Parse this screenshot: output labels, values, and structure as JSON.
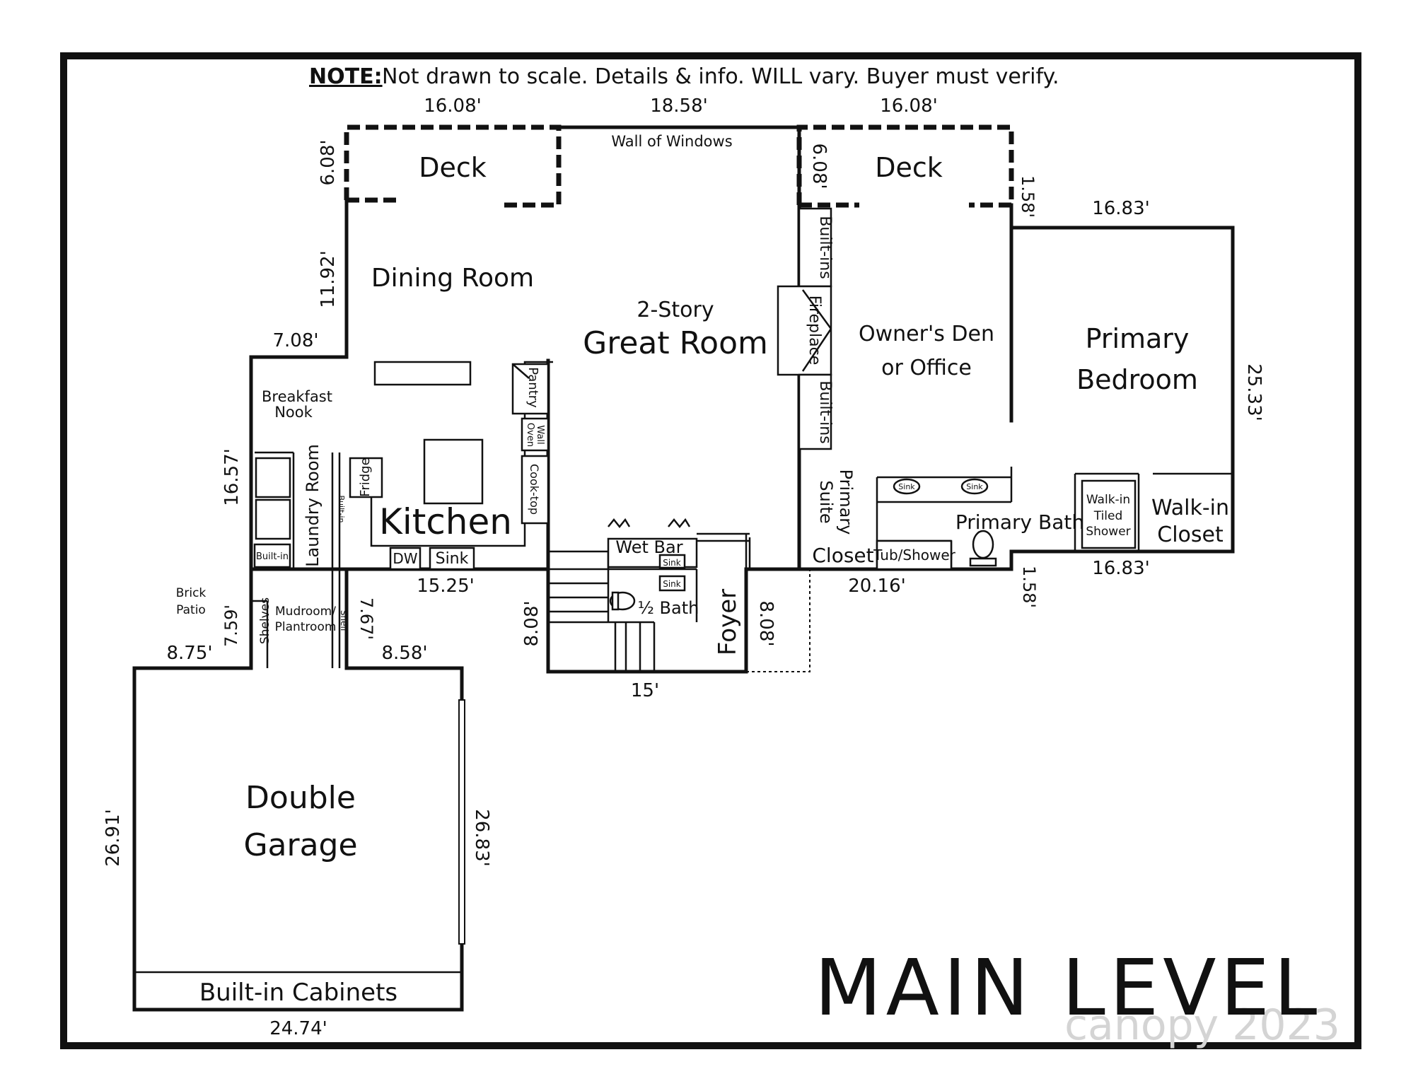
{
  "note": {
    "prefix": "NOTE:",
    "text": " Not drawn to scale. Details & info. WILL vary.  Buyer must verify."
  },
  "title": "MAIN LEVEL",
  "watermark": "canopy 2023",
  "rooms": {
    "deck_left": "Deck",
    "deck_right": "Deck",
    "wall_of_windows": "Wall of Windows",
    "dining_room": "Dining Room",
    "great_room_line1": "2-Story",
    "great_room_line2": "Great Room",
    "owners_den_line1": "Owner's Den",
    "owners_den_line2": "or Office",
    "primary_bedroom_line1": "Primary",
    "primary_bedroom_line2": "Bedroom",
    "breakfast_nook_line1": "Breakfast",
    "breakfast_nook_line2": "Nook",
    "kitchen": "Kitchen",
    "laundry_room": "Laundry Room",
    "primary_suite_line1": "Primary",
    "primary_suite_line2": "Suite",
    "primary_bath": "Primary Bath",
    "walk_in_closet_line1": "Walk-in",
    "walk_in_closet_line2": "Closet",
    "closet": "Closet",
    "foyer": "Foyer",
    "half_bath": "½ Bath",
    "wet_bar": "Wet Bar",
    "brick_patio_line1": "Brick",
    "brick_patio_line2": "Patio",
    "mudroom_line1": "Mudroom/",
    "mudroom_line2": "Plantroom",
    "double_garage_line1": "Double",
    "double_garage_line2": "Garage"
  },
  "fixtures": {
    "built_ins_upper": "Built-ins",
    "built_ins_lower": "Built-ins",
    "fireplace": "Fireplace",
    "pantry": "Pantry",
    "wall_oven_line1": "Wall",
    "wall_oven_line2": "Oven",
    "cook_top": "Cook-top",
    "fridge": "Fridge",
    "built_in_laundry": "Built-in",
    "built_in_small": "Built-in",
    "dw": "DW",
    "sink_kitchen": "Sink",
    "sink_bar": "Sink",
    "sink_half_bath": "Sink",
    "sink_bath_1": "Sink",
    "sink_bath_2": "Sink",
    "tub_shower": "Tub/Shower",
    "shower_line1": "Walk-in",
    "shower_line2": "Tiled",
    "shower_line3": "Shower",
    "shelves": "Shelves",
    "shelf": "Shelf",
    "built_in_cabinets": "Built-in Cabinets"
  },
  "dimensions": {
    "top_left": "16.08'",
    "top_center": "18.58'",
    "top_right": "16.08'",
    "deck_left_depth": "6.08'",
    "deck_right_depth": "6.08'",
    "dining_depth": "11.92'",
    "nook_offset": "7.08'",
    "step_right_top": "1.58'",
    "bedroom_top": "16.83'",
    "bedroom_depth": "25.33'",
    "nook_depth": "16.57'",
    "kitchen_bottom": "15.25'",
    "den_bottom": "20.16'",
    "step_right_bottom": "1.58'",
    "bedroom_bottom": "16.83'",
    "patio_depth": "7.59'",
    "patio_width": "8.75'",
    "mudroom_depth": "7.67'",
    "mudroom_width": "8.58'",
    "stair_depth": "8.08'",
    "foyer_depth": "8.08'",
    "foyer_bottom": "15'",
    "garage_left": "26.91'",
    "garage_right": "26.83'",
    "garage_bottom": "24.74'"
  }
}
